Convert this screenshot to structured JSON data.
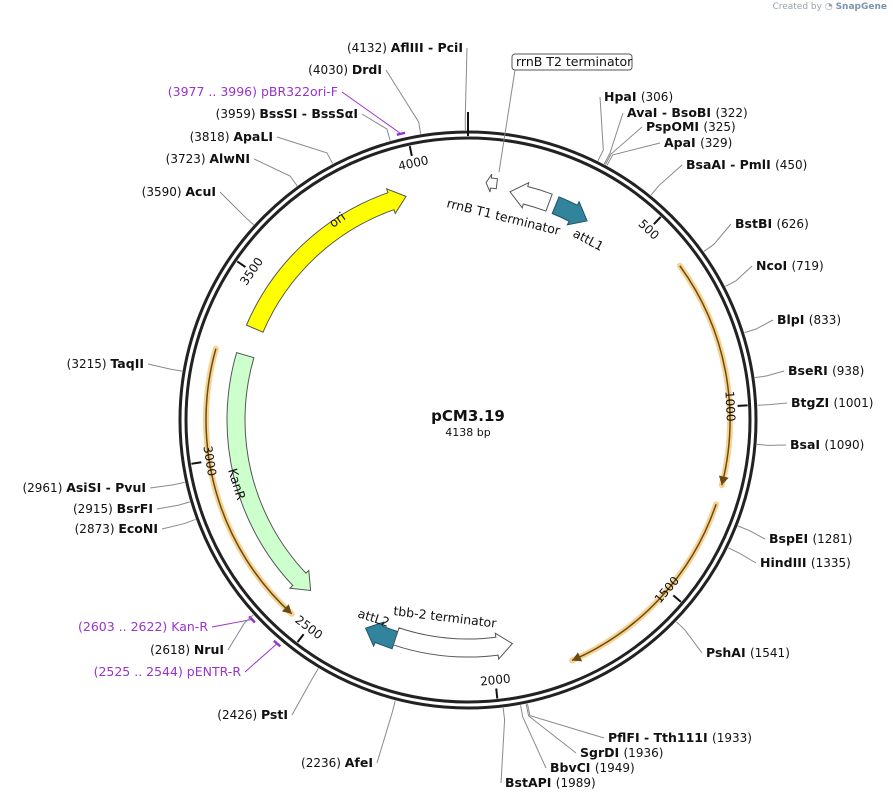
{
  "brand": {
    "created_by": "Created by",
    "name": "SnapGene"
  },
  "plasmid": {
    "name": "pCM3.19",
    "size_label": "4138 bp",
    "length": 4138
  },
  "colors": {
    "ori": "#ffff00",
    "kanr": "#ccffcc",
    "att": "#31849b",
    "orf": "#f5c878",
    "primer": "#9933cc",
    "outline": "#333333"
  },
  "ticks": [
    {
      "pos": 500,
      "label": "500"
    },
    {
      "pos": 1000,
      "label": "1000"
    },
    {
      "pos": 1500,
      "label": "1500"
    },
    {
      "pos": 2000,
      "label": "2000"
    },
    {
      "pos": 2500,
      "label": "2500"
    },
    {
      "pos": 3000,
      "label": "3000"
    },
    {
      "pos": 3500,
      "label": "3500"
    },
    {
      "pos": 4000,
      "label": "4000"
    }
  ],
  "sites": [
    {
      "pos": 4132,
      "name": "AflIII  - PciI",
      "pos_label": "(4132)"
    },
    {
      "pos": 4030,
      "name": "DrdI",
      "pos_label": "(4030)"
    },
    {
      "pos": 3959,
      "name": "BssSI  - BssSαI",
      "pos_label": "(3959)"
    },
    {
      "pos": 3818,
      "name": "ApaLI",
      "pos_label": "(3818)"
    },
    {
      "pos": 3723,
      "name": "AlwNI",
      "pos_label": "(3723)"
    },
    {
      "pos": 3590,
      "name": "AcuI",
      "pos_label": "(3590)"
    },
    {
      "pos": 3215,
      "name": "TaqII",
      "pos_label": "(3215)"
    },
    {
      "pos": 2961,
      "name": "AsiSI  - PvuI",
      "pos_label": "(2961)"
    },
    {
      "pos": 2915,
      "name": "BsrFI",
      "pos_label": "(2915)"
    },
    {
      "pos": 2873,
      "name": "EcoNI",
      "pos_label": "(2873)"
    },
    {
      "pos": 2618,
      "name": "NruI",
      "pos_label": "(2618)"
    },
    {
      "pos": 2426,
      "name": "PstI",
      "pos_label": "(2426)"
    },
    {
      "pos": 2236,
      "name": "AfeI",
      "pos_label": "(2236)"
    },
    {
      "pos": 1989,
      "name": "BstAPI",
      "pos_label": "(1989)"
    },
    {
      "pos": 1949,
      "name": "BbvCI",
      "pos_label": "(1949)"
    },
    {
      "pos": 1936,
      "name": "SgrDI",
      "pos_label": "(1936)"
    },
    {
      "pos": 1933,
      "name": "PflFI  - Tth111I",
      "pos_label": "(1933)"
    },
    {
      "pos": 1541,
      "name": "PshAI",
      "pos_label": "(1541)"
    },
    {
      "pos": 1335,
      "name": "HindIII",
      "pos_label": "(1335)"
    },
    {
      "pos": 1281,
      "name": "BspEI",
      "pos_label": "(1281)"
    },
    {
      "pos": 1090,
      "name": "BsaI",
      "pos_label": "(1090)"
    },
    {
      "pos": 1001,
      "name": "BtgZI",
      "pos_label": "(1001)"
    },
    {
      "pos": 938,
      "name": "BseRI",
      "pos_label": "(938)"
    },
    {
      "pos": 833,
      "name": "BlpI",
      "pos_label": "(833)"
    },
    {
      "pos": 719,
      "name": "NcoI",
      "pos_label": "(719)"
    },
    {
      "pos": 626,
      "name": "BstBI",
      "pos_label": "(626)"
    },
    {
      "pos": 450,
      "name": "BsaAI  - PmlI",
      "pos_label": "(450)"
    },
    {
      "pos": 329,
      "name": "ApaI",
      "pos_label": "(329)"
    },
    {
      "pos": 325,
      "name": "PspOMI",
      "pos_label": "(325)"
    },
    {
      "pos": 322,
      "name": "AvaI  - BsoBI",
      "pos_label": "(322)"
    },
    {
      "pos": 306,
      "name": "HpaI",
      "pos_label": "(306)"
    }
  ],
  "primers": [
    {
      "start": 3977,
      "end": 3996,
      "name": "pBR322ori-F",
      "range_label": "(3977 .. 3996)"
    },
    {
      "start": 2603,
      "end": 2622,
      "name": "Kan-R",
      "range_label": "(2603 .. 2622)"
    },
    {
      "start": 2525,
      "end": 2544,
      "name": "pENTR-R",
      "range_label": "(2525 .. 2544)"
    }
  ],
  "features": [
    {
      "name": "ori",
      "start": 3370,
      "end": 3960,
      "direction": "cw",
      "kind": "ori"
    },
    {
      "name": "KanR",
      "start": 2560,
      "end": 3290,
      "direction": "ccw",
      "kind": "kanr"
    },
    {
      "name": "attL1",
      "start": 255,
      "end": 355,
      "direction": "cw",
      "kind": "att"
    },
    {
      "name": "attL2",
      "start": 2280,
      "end": 2370,
      "direction": "cw",
      "kind": "att"
    },
    {
      "name": "rrnB T1 terminator",
      "start": 120,
      "end": 235,
      "direction": "ccw",
      "kind": "term"
    },
    {
      "name": "rrnB T2 terminator",
      "start": 50,
      "end": 80,
      "direction": "ccw",
      "kind": "term"
    },
    {
      "name": "tbb-2 terminator",
      "start": 1940,
      "end": 2280,
      "direction": "ccw",
      "kind": "term"
    }
  ],
  "orfs": [
    {
      "start": 620,
      "end": 1200,
      "direction": "cw"
    },
    {
      "start": 1250,
      "end": 1800,
      "direction": "cw"
    },
    {
      "start": 2555,
      "end": 3285,
      "direction": "ccw"
    }
  ],
  "text": {
    "rrnb_t2": "rrnB T2 terminator",
    "rrnb_t1": "rrnB T1 terminator",
    "attl1": "attL1",
    "attl2": "attL2",
    "tbb2": "tbb-2 terminator",
    "ori": "ori",
    "kanr": "KanR"
  }
}
